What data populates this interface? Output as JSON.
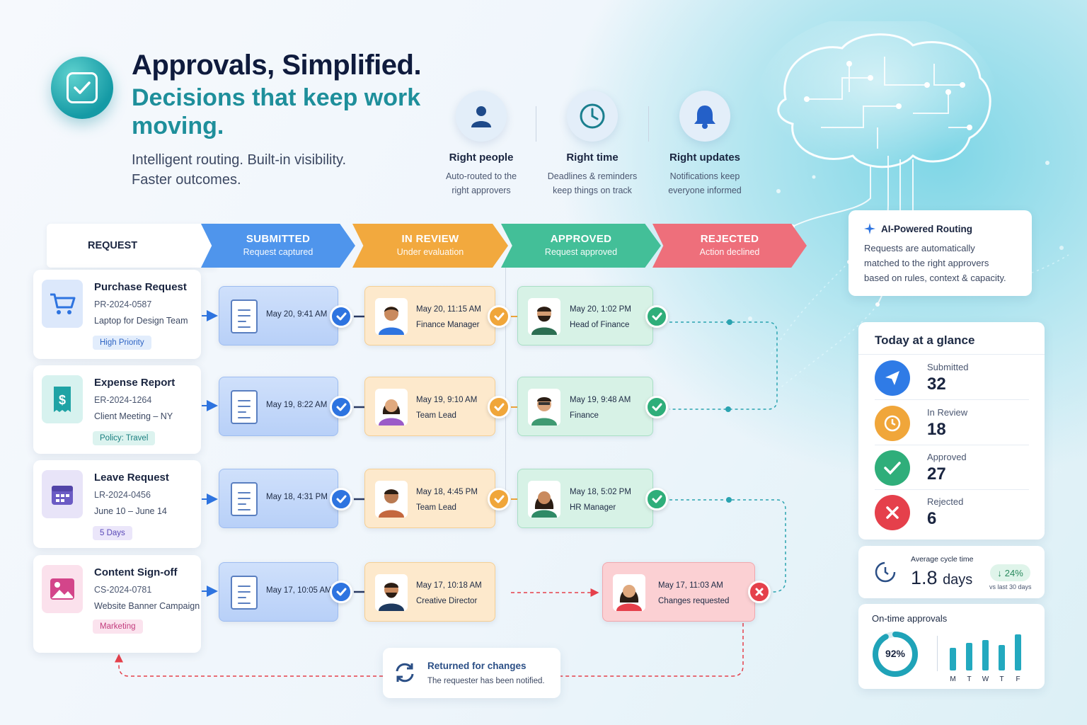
{
  "header": {
    "title": "Approvals, Simplified.",
    "subtitle": "Decisions that keep work moving.",
    "tagline_1": "Intelligent routing. Built-in visibility.",
    "tagline_2": "Faster outcomes."
  },
  "features": [
    {
      "icon": "person-icon",
      "title": "Right people",
      "desc_1": "Auto-routed to the",
      "desc_2": "right approvers"
    },
    {
      "icon": "clock-icon",
      "title": "Right time",
      "desc_1": "Deadlines & reminders",
      "desc_2": "keep things on track"
    },
    {
      "icon": "bell-icon",
      "title": "Right updates",
      "desc_1": "Notifications keep",
      "desc_2": "everyone informed"
    }
  ],
  "pipeline": {
    "request_label": "REQUEST",
    "stages": [
      {
        "name": "SUBMITTED",
        "desc": "Request captured",
        "color": "#4f95ec"
      },
      {
        "name": "IN REVIEW",
        "desc": "Under evaluation",
        "color": "#f2a93e"
      },
      {
        "name": "APPROVED",
        "desc": "Request approved",
        "color": "#43bf98"
      },
      {
        "name": "REJECTED",
        "desc": "Action declined",
        "color": "#ee6f7b"
      }
    ]
  },
  "requests": [
    {
      "title": "Purchase Request",
      "id": "PR-2024-0587",
      "desc": "Laptop for Design Team",
      "tag": "High Priority",
      "icon": "cart-icon",
      "submitted": "May 20, 9:41 AM",
      "review_time": "May 20, 11:15 AM",
      "review_role": "Finance Manager",
      "final_time": "May 20, 1:02 PM",
      "final_role": "Head of Finance"
    },
    {
      "title": "Expense Report",
      "id": "ER-2024-1264",
      "desc": "Client Meeting – NY",
      "tag": "Policy: Travel",
      "icon": "receipt-icon",
      "submitted": "May 19, 8:22 AM",
      "review_time": "May 19, 9:10 AM",
      "review_role": "Team Lead",
      "final_time": "May 19, 9:48 AM",
      "final_role": "Finance"
    },
    {
      "title": "Leave Request",
      "id": "LR-2024-0456",
      "desc": "June 10 – June 14",
      "tag": "5 Days",
      "icon": "calendar-icon",
      "submitted": "May 18, 4:31 PM",
      "review_time": "May 18, 4:45 PM",
      "review_role": "Team Lead",
      "final_time": "May 18, 5:02 PM",
      "final_role": "HR Manager"
    },
    {
      "title": "Content Sign-off",
      "id": "CS-2024-0781",
      "desc": "Website Banner Campaign",
      "tag": "Marketing",
      "icon": "image-icon",
      "submitted": "May 17, 10:05 AM",
      "review_time": "May 17, 10:18 AM",
      "review_role": "Creative Director",
      "final_time": "May 17, 11:03 AM",
      "final_role": "Changes requested"
    }
  ],
  "returned": {
    "title": "Returned for changes",
    "desc": "The requester has been notified."
  },
  "ai_routing": {
    "title": "AI-Powered Routing",
    "desc_1": "Requests are automatically",
    "desc_2": "matched to the right approvers",
    "desc_3": "based on rules, context & capacity."
  },
  "glance": {
    "title": "Today at a glance",
    "items": [
      {
        "label": "Submitted",
        "value": "32",
        "color": "#2f7be6"
      },
      {
        "label": "In Review",
        "value": "18",
        "color": "#f0a63a"
      },
      {
        "label": "Approved",
        "value": "27",
        "color": "#2fae7a"
      },
      {
        "label": "Rejected",
        "value": "6",
        "color": "#e5404b"
      }
    ]
  },
  "cycle": {
    "label": "Average cycle time",
    "value": "1.8",
    "unit": "days",
    "change": "24%",
    "note": "vs last 30 days"
  },
  "ontime": {
    "title": "On-time approvals",
    "percent": "92%",
    "percent_value": 92,
    "days": [
      "M",
      "T",
      "W",
      "T",
      "F"
    ],
    "bars": [
      0.6,
      0.72,
      0.8,
      0.66,
      0.95
    ]
  }
}
